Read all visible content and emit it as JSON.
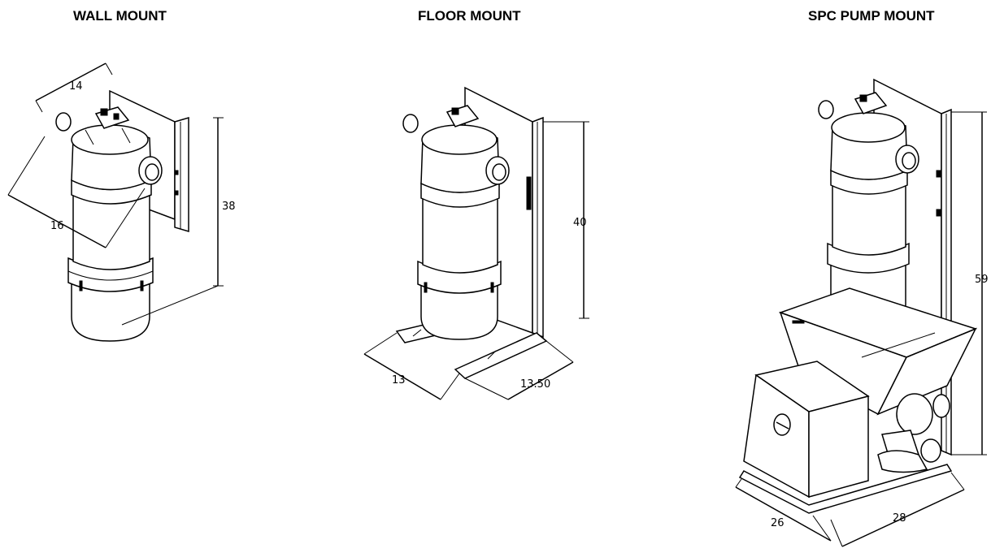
{
  "titles": {
    "wall": "WALL MOUNT",
    "floor": "FLOOR MOUNT",
    "spc": "SPC PUMP MOUNT"
  },
  "dims": {
    "wall_width": "14",
    "wall_depth": "16",
    "wall_height": "38",
    "floor_height": "40",
    "floor_width": "13",
    "floor_depth": "13.50",
    "spc_height": "59",
    "spc_width": "26",
    "spc_depth": "28"
  }
}
